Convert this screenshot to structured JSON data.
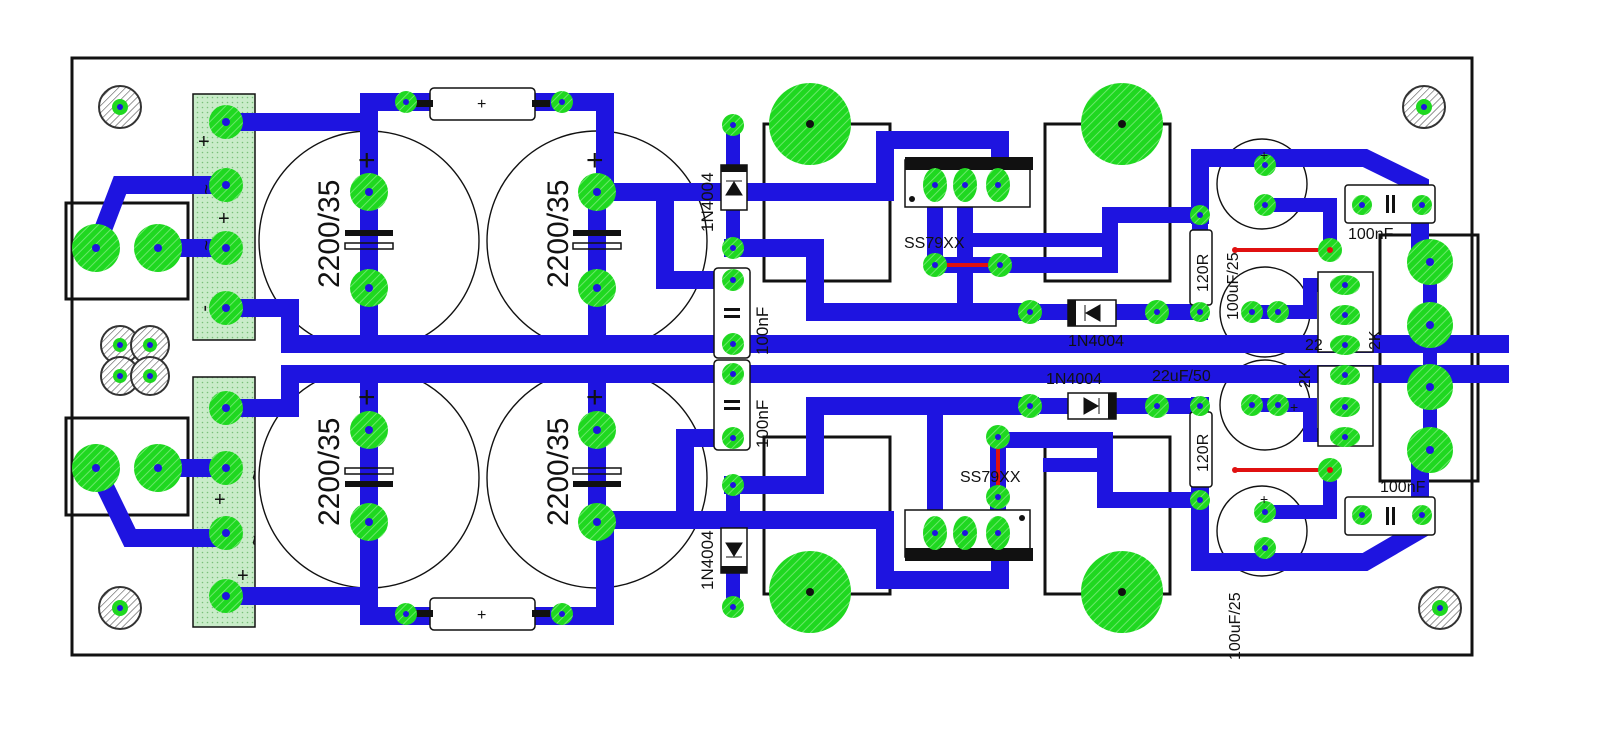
{
  "colors": {
    "board_outline": "#111111",
    "trace": "#1e14e0",
    "pad": "#1fd820",
    "pad_hole": "#1e14e0",
    "jumper": "#e01010",
    "terminal_block": "#c9ecc9"
  },
  "labels": {
    "cap_c1": "2200/35",
    "cap_c2": "2200/35",
    "cap_c3": "2200/35",
    "cap_c4": "2200/35",
    "diode_top": "1N4004",
    "diode_bottom": "1N4004",
    "cap_100nf_top": "100nF",
    "cap_100nf_bottom": "100nF",
    "reg_top": "SS79XX",
    "reg_bottom": "SS79XX",
    "diode_mid_top": "1N4004",
    "diode_mid_bottom": "1N4004",
    "res_top": "120R",
    "res_bottom": "120R",
    "cap_100uf_top": "100uF/25",
    "cap_22uf_top": "22",
    "cap_22uf_bottom": "22uF/50",
    "cap_100uf_bottom": "100uF/25",
    "pot_top": "2K",
    "pot_bottom": "2K",
    "cap_100nf_right_top": "100nF",
    "cap_100nf_right_bottom": "100nF",
    "plus": "+",
    "tilde": "~",
    "minus": "-"
  }
}
